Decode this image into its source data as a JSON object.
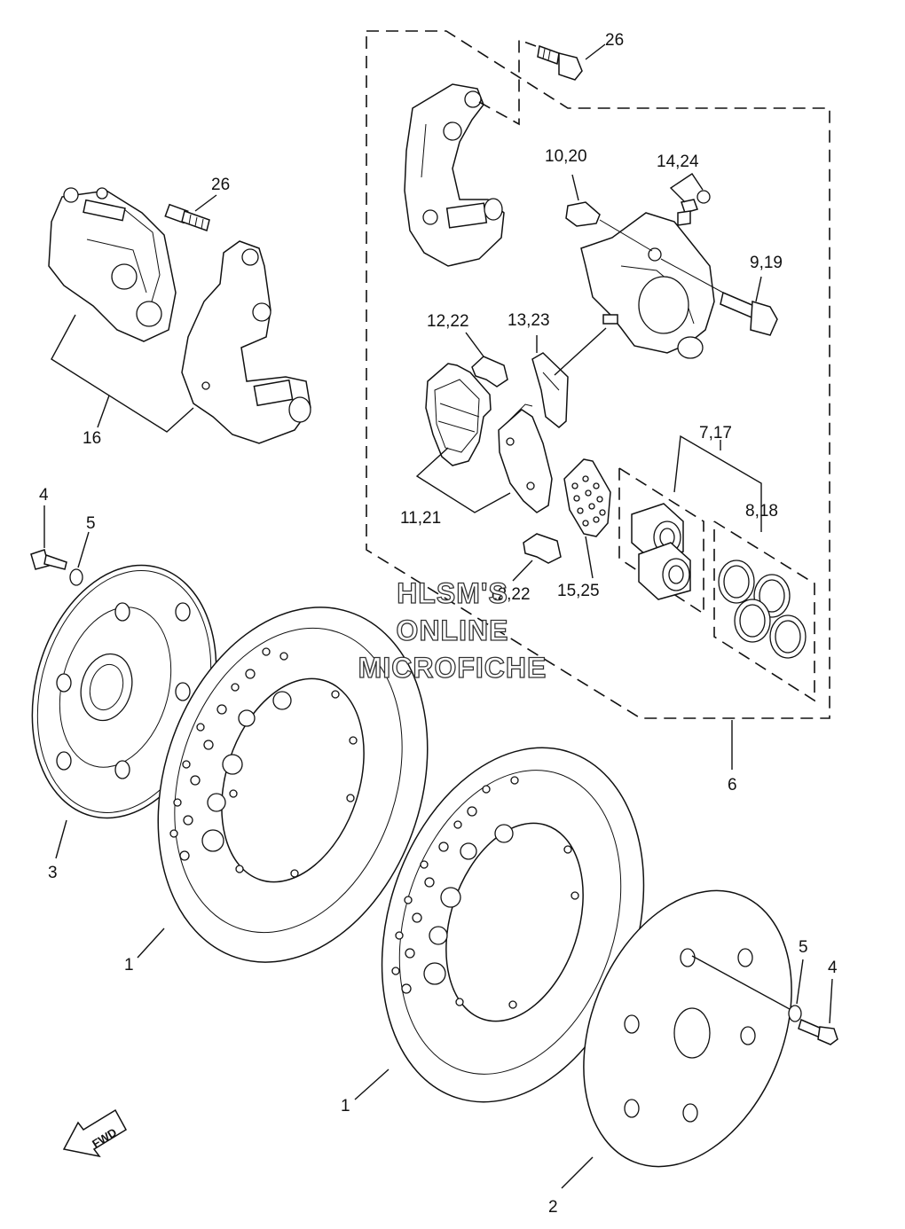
{
  "callouts": {
    "c26a": "26",
    "c26b": "26",
    "c10_20": "10,20",
    "c14_24": "14,24",
    "c9_19": "9,19",
    "c12_22a": "12,22",
    "c13_23": "13,23",
    "c16": "16",
    "c7_17": "7,17",
    "c8_18": "8,18",
    "c11_21": "11,21",
    "c12_22b": "12,22",
    "c15_25": "15,25",
    "c4a": "4",
    "c5a": "5",
    "c6": "6",
    "c3": "3",
    "c1a": "1",
    "c1b": "1",
    "c5b": "5",
    "c4b": "4",
    "c2": "2"
  },
  "watermark": {
    "line1": "HLSM'S",
    "line2": "ONLINE",
    "line3": "MICROFICHE"
  },
  "fwd_arrow": "FWD",
  "icons": [
    "fwd-arrow-icon"
  ]
}
